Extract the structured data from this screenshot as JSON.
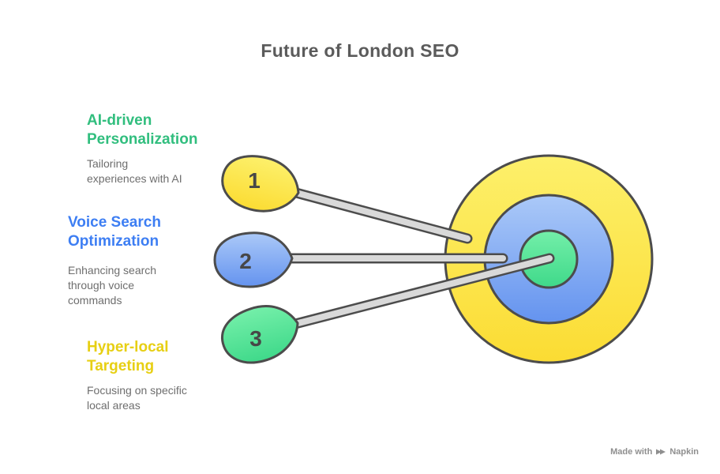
{
  "title": "Future of London SEO",
  "items": [
    {
      "number": "1",
      "heading_lines": [
        "AI-driven",
        "Personalization"
      ],
      "heading_color": "#31BE7E",
      "description_lines": [
        "Tailoring",
        "experiences with AI"
      ],
      "marker_gradient": [
        "#FDF06B",
        "#FBDC33"
      ]
    },
    {
      "number": "2",
      "heading_lines": [
        "Voice Search",
        "Optimization"
      ],
      "heading_color": "#3D7EF3",
      "description_lines": [
        "Enhancing search",
        "through voice",
        "commands"
      ],
      "marker_gradient": [
        "#ABC9F8",
        "#6493EF"
      ]
    },
    {
      "number": "3",
      "heading_lines": [
        "Hyper-local",
        "Targeting"
      ],
      "heading_color": "#E7CF13",
      "description_lines": [
        "Focusing on specific",
        "local areas"
      ],
      "marker_gradient": [
        "#74EFA9",
        "#3FD98A"
      ]
    }
  ],
  "target": {
    "outer_ring_gradient": [
      "#FDF06B",
      "#FBDC33"
    ],
    "middle_ring_gradient": [
      "#ABC9F8",
      "#6493EF"
    ],
    "center_gradient": [
      "#74EFA9",
      "#3FD98A"
    ],
    "outline_color": "#4C4C4C",
    "arrow_shaft_color": "#D9D9D9"
  },
  "text_colors": {
    "title": "#5B5B5B",
    "description": "#6E6E6E",
    "number": "#474747"
  },
  "watermark": {
    "prefix": "Made with",
    "brand": "Napkin",
    "color": "#8F8F8F"
  }
}
